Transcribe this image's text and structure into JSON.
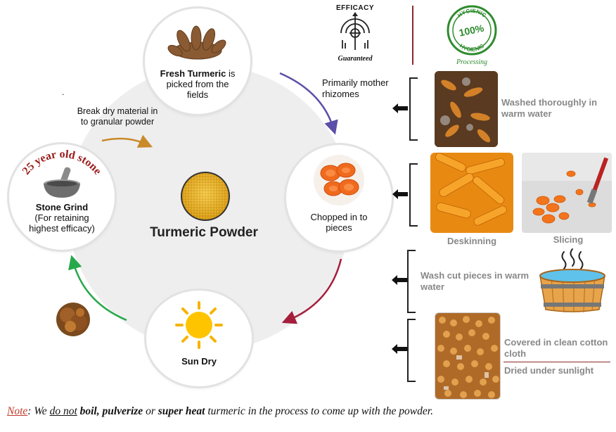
{
  "badges": {
    "efficacy_title": "EFFICACY",
    "efficacy_sub": "Guaranteed",
    "hygienic_top": "HYGIENIC",
    "hygienic_pct": "100%",
    "hygienic_bottom": "HYGIENIC",
    "hygienic_sub": "Processing"
  },
  "cycle": {
    "center_label": "Turmeric Powder",
    "fresh": {
      "bold": "Fresh Turmeric",
      "rest": " is picked from the fields"
    },
    "chopped": "Chopped in to pieces",
    "sundry": "Sun Dry",
    "stone": {
      "arc": "25 year  old stone",
      "bold": "Stone Grind",
      "rest": "(For retaining highest efficacy)"
    },
    "break_note": "Break dry material in to granular powder",
    "rhizome_note": "Primarily mother rhizomes"
  },
  "steps": {
    "washed": "Washed thoroughly in warm water",
    "deskinning": "Deskinning",
    "slicing": "Slicing",
    "wash_cut": "Wash cut pieces in warm water",
    "covered": "Covered in clean cotton cloth",
    "dried": "Dried under sunlight"
  },
  "note": {
    "label": "Note",
    "p1": ": We ",
    "p2": "do not",
    "p3": " boil, pulverize",
    "p4": " or ",
    "p5": "super heat",
    "p6": " turmeric in the process to come up with the powder."
  },
  "colors": {
    "arrow_blue": "#5b4fa8",
    "arrow_red": "#a51e3c",
    "arrow_green": "#27a84a",
    "arrow_orange": "#c98a2a",
    "stone_arc": "#9b1c1c",
    "note_red": "#c0392b"
  }
}
